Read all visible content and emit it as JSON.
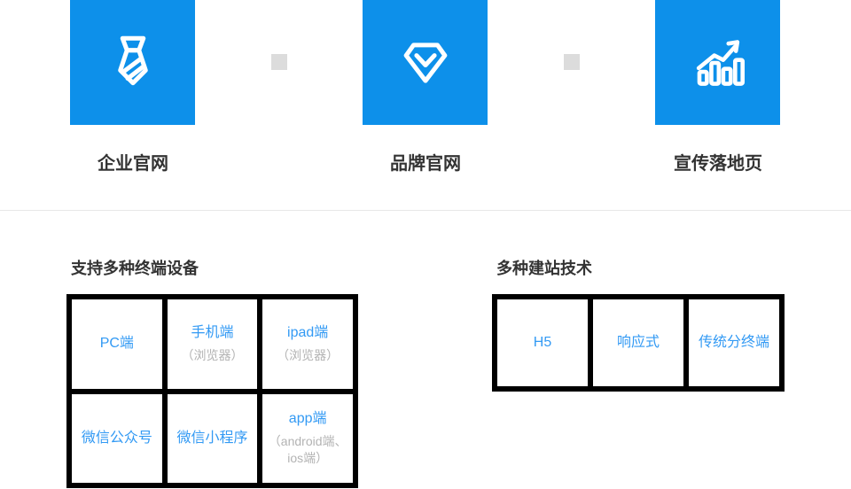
{
  "theme": {
    "tile_blue": "#0d90ea",
    "heading_dark": "#333333",
    "cell_text_blue": "#339af4",
    "cell_subtext_gray": "#b3b3b3",
    "grid_border_black": "#000000",
    "divider_gray": "#e8e8e8",
    "connector_gray": "#dcdcdc"
  },
  "services": [
    {
      "icon": "tie-icon",
      "label": "企业官网"
    },
    {
      "icon": "diamond-icon",
      "label": "品牌官网"
    },
    {
      "icon": "chart-icon",
      "label": "宣传落地页"
    }
  ],
  "platforms": {
    "heading": "支持多种终端设备",
    "cells": [
      {
        "title": "PC端",
        "subtitle": ""
      },
      {
        "title": "手机端",
        "subtitle": "（浏览器）"
      },
      {
        "title": "ipad端",
        "subtitle": "（浏览器）"
      },
      {
        "title": "微信公众号",
        "subtitle": ""
      },
      {
        "title": "微信小程序",
        "subtitle": ""
      },
      {
        "title": "app端",
        "subtitle": "（android端、ios端）"
      }
    ]
  },
  "technologies": {
    "heading": "多种建站技术",
    "cells": [
      {
        "title": "H5"
      },
      {
        "title": "响应式"
      },
      {
        "title": "传统分终端"
      }
    ]
  }
}
